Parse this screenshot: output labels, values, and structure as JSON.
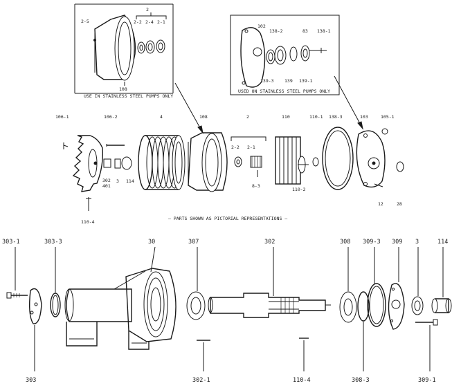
{
  "colors": {
    "ink": "#1a1a1a",
    "paper": "#ffffff"
  },
  "inset_left": {
    "labels": {
      "l_2_5": "2-5",
      "l_2": "2",
      "l_2_2": "2-2",
      "l_2_4": "2-4",
      "l_2_1": "2-1",
      "l_108": "108"
    },
    "caption": "USE IN STAINLESS STEEL PUMPS ONLY"
  },
  "inset_right": {
    "labels": {
      "l_102": "102",
      "l_138_2": "138-2",
      "l_83": "83",
      "l_138_1": "138-1",
      "l_139_3": "139-3",
      "l_139": "139",
      "l_139_1": "139-1"
    },
    "caption": "USED ON STAINLESS STEEL PUMPS ONLY"
  },
  "upper": {
    "labels": {
      "l_106_1": "106-1",
      "l_106_2": "106-2",
      "l_4": "4",
      "l_108": "108",
      "l_2": "2",
      "l_110": "110",
      "l_110_1": "110-1",
      "l_138_3": "138-3",
      "l_103": "103",
      "l_105_1": "105-1",
      "l_2_2": "2-2",
      "l_2_1": "2-1",
      "l_302": "302",
      "l_401": "401",
      "l_3": "3",
      "l_114": "114",
      "l_110_4": "110-4",
      "l_8_3": "8-3",
      "l_110_2": "110-2",
      "l_12": "12",
      "l_28": "28",
      "l_3a": "3"
    },
    "caption": "— PARTS SHOWN AS PICTORIAL REPRESENTATIONS —"
  },
  "lower": {
    "labels": {
      "l_303_1": "303-1",
      "l_303_3": "303-3",
      "l_30": "30",
      "l_307": "307",
      "l_302": "302",
      "l_308": "308",
      "l_309_3": "309-3",
      "l_309": "309",
      "l_3": "3",
      "l_114": "114",
      "l_303": "303",
      "l_302_1": "302-1",
      "l_110_4": "110-4",
      "l_308_3": "308-3",
      "l_309_1": "309-1"
    }
  }
}
